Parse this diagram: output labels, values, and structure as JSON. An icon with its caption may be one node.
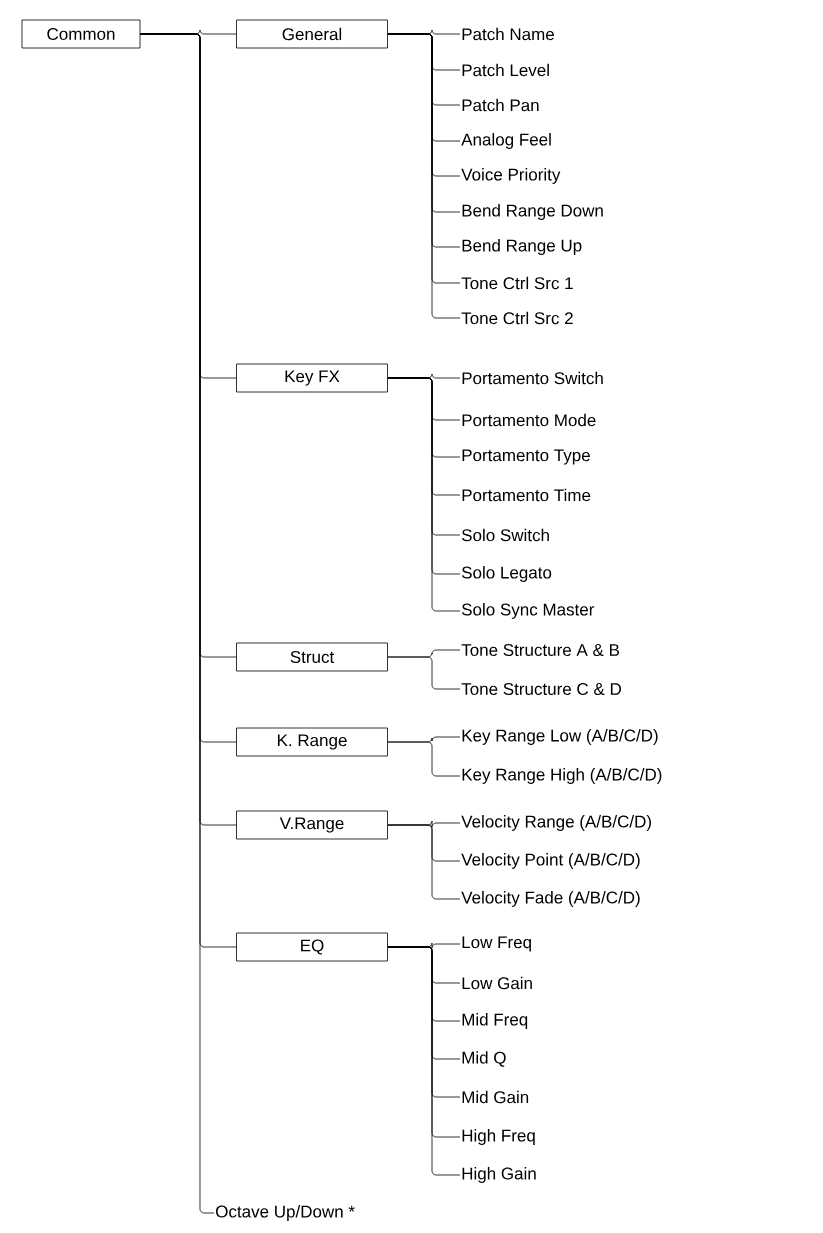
{
  "diagram": {
    "nodes": [
      {
        "text": [
          "Common"
        ]
      },
      {
        "text": [
          "General"
        ]
      },
      {
        "text": [
          "Patch Name"
        ]
      },
      {
        "text": [
          "Patch Level"
        ]
      },
      {
        "text": [
          "Patch Pan"
        ]
      },
      {
        "text": [
          "Analog Feel"
        ]
      },
      {
        "text": [
          "Voice Priority"
        ]
      },
      {
        "text": [
          "Bend Range Down"
        ]
      },
      {
        "text": [
          "Bend Range Up"
        ]
      },
      {
        "text": [
          "Tone Ctrl Src 1"
        ]
      },
      {
        "text": [
          "Tone Ctrl Src 2"
        ]
      },
      {
        "text": [
          "Key FX"
        ]
      },
      {
        "text": [
          "Portamento Switch"
        ]
      },
      {
        "text": [
          "Portamento Mode"
        ]
      },
      {
        "text": [
          "Portamento Type"
        ]
      },
      {
        "text": [
          "Portamento Time"
        ]
      },
      {
        "text": [
          "Solo Switch"
        ]
      },
      {
        "text": [
          "Solo Legato"
        ]
      },
      {
        "text": [
          "Solo Sync Master"
        ]
      },
      {
        "text": [
          "Struct"
        ]
      },
      {
        "text": [
          "Tone Structure A & B"
        ]
      },
      {
        "text": [
          "Tone Structure C & D"
        ]
      },
      {
        "text": [
          "K. Range"
        ]
      },
      {
        "text": [
          "Key Range Low (A/B/C/D)"
        ]
      },
      {
        "text": [
          "Key Range High (A/B/C/D)"
        ]
      },
      {
        "text": [
          "V.Range"
        ]
      },
      {
        "text": [
          "Velocity Range (A/B/C/D)"
        ]
      },
      {
        "text": [
          "Velocity Point (A/B/C/D)"
        ]
      },
      {
        "text": [
          "Velocity Fade (A/B/C/D)"
        ]
      },
      {
        "text": [
          "EQ"
        ]
      },
      {
        "text": [
          "Low Freq"
        ]
      },
      {
        "text": [
          "Low Gain"
        ]
      },
      {
        "text": [
          "Mid Freq"
        ]
      },
      {
        "text": [
          "Mid Q"
        ]
      },
      {
        "text": [
          "Mid Gain"
        ]
      },
      {
        "text": [
          "High Freq"
        ]
      },
      {
        "text": [
          "High Gain"
        ]
      },
      {
        "text": [
          "Octave Up/Down *"
        ]
      }
    ],
    "edges": [
      {
        "from": 0,
        "to": 1,
        "arrow": "none"
      },
      {
        "from": 1,
        "to": 2,
        "arrow": "none"
      },
      {
        "from": 1,
        "to": 3,
        "arrow": "none"
      },
      {
        "from": 1,
        "to": 4,
        "arrow": "none"
      },
      {
        "from": 1,
        "to": 5,
        "arrow": "none"
      },
      {
        "from": 1,
        "to": 6,
        "arrow": "none"
      },
      {
        "from": 1,
        "to": 7,
        "arrow": "none"
      },
      {
        "from": 1,
        "to": 8,
        "arrow": "none"
      },
      {
        "from": 1,
        "to": 9,
        "arrow": "none"
      },
      {
        "from": 1,
        "to": 10,
        "arrow": "none"
      },
      {
        "from": 0,
        "to": 11,
        "arrow": "none"
      },
      {
        "from": 11,
        "to": 12,
        "arrow": "none"
      },
      {
        "from": 11,
        "to": 13,
        "arrow": "none"
      },
      {
        "from": 11,
        "to": 14,
        "arrow": "none"
      },
      {
        "from": 11,
        "to": 15,
        "arrow": "none"
      },
      {
        "from": 11,
        "to": 16,
        "arrow": "none"
      },
      {
        "from": 11,
        "to": 17,
        "arrow": "none"
      },
      {
        "from": 11,
        "to": 18,
        "arrow": "none"
      },
      {
        "from": 0,
        "to": 19,
        "arrow": "none"
      },
      {
        "from": 19,
        "to": 20,
        "arrow": "none"
      },
      {
        "from": 19,
        "to": 21,
        "arrow": "none"
      },
      {
        "from": 0,
        "to": 22,
        "arrow": "none"
      },
      {
        "from": 22,
        "to": 23,
        "arrow": "none"
      },
      {
        "from": 22,
        "to": 24,
        "arrow": "none"
      },
      {
        "from": 0,
        "to": 25,
        "arrow": "none"
      },
      {
        "from": 25,
        "to": 26,
        "arrow": "none"
      },
      {
        "from": 25,
        "to": 27,
        "arrow": "none"
      },
      {
        "from": 25,
        "to": 28,
        "arrow": "none"
      },
      {
        "from": 0,
        "to": 29,
        "arrow": "none"
      },
      {
        "from": 29,
        "to": 30,
        "arrow": "none"
      },
      {
        "from": 29,
        "to": 31,
        "arrow": "none"
      },
      {
        "from": 29,
        "to": 32,
        "arrow": "none"
      },
      {
        "from": 29,
        "to": 33,
        "arrow": "none"
      },
      {
        "from": 29,
        "to": 34,
        "arrow": "none"
      },
      {
        "from": 29,
        "to": 35,
        "arrow": "none"
      },
      {
        "from": 29,
        "to": 36,
        "arrow": "none"
      },
      {
        "from": 0,
        "to": 37,
        "arrow": "none"
      }
    ]
  }
}
